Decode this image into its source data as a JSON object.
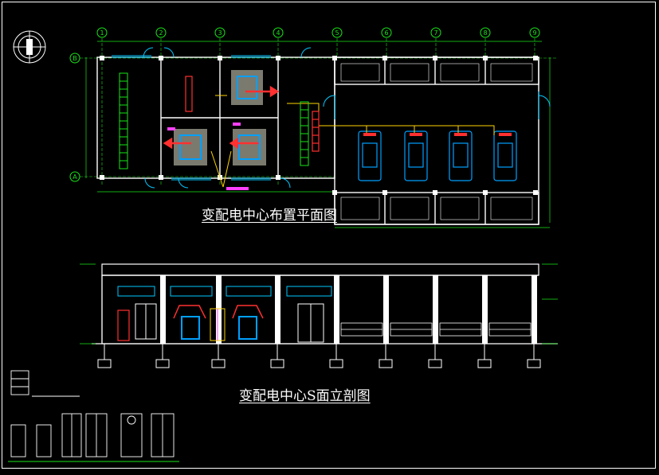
{
  "plan_title": "变配电中心布置平面图",
  "elevation_title": "变配电中心S面立剖图",
  "grid_axes": [
    "1",
    "2",
    "3",
    "4",
    "5",
    "6",
    "7",
    "8",
    "9"
  ],
  "grid_rows": [
    "B",
    "A"
  ],
  "colors": {
    "background": "#000000",
    "wall": "#ffffff",
    "grid": "#19e619",
    "transformer": "#00a0ff",
    "busbar": "#ff3030",
    "cable": "#ffd400",
    "equipment": "#ff40ff"
  },
  "icon": "compass-north-icon"
}
